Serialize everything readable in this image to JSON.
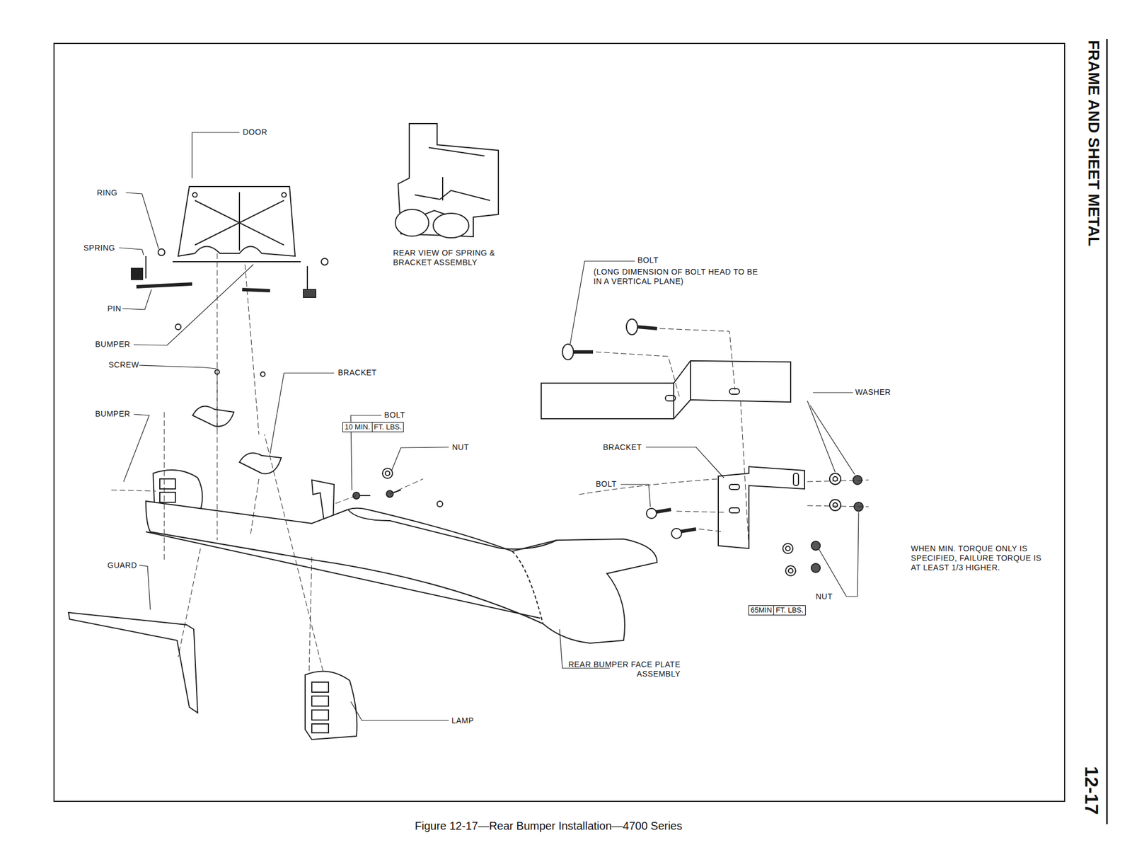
{
  "diagram": {
    "caption": "Figure 12-17—Rear Bumper Installation—4700 Series",
    "nodes": [
      {
        "text": [
          "10 MIN.",
          "FT. LBS."
        ]
      },
      {
        "text": [
          "65MIN",
          "FT. LBS."
        ]
      }
    ],
    "labels": [
      "FRAME AND SHEET METAL",
      "12-17",
      "DOOR",
      "RING",
      "SPRING",
      "PIN",
      "BUMPER",
      "SCREW",
      "BUMPER",
      "GUARD",
      "BRACKET",
      "BOLT",
      "NUT",
      "REAR VIEW OF SPRING & BRACKET ASSEMBLY",
      "BOLT",
      "(LONG DIMENSION OF BOLT HEAD TO BE IN A VERTICAL PLANE)",
      "WASHER",
      "BRACKET",
      "BOLT",
      "NUT",
      "REAR BUMPER FACE PLATE ASSEMBLY",
      "LAMP",
      "WHEN MIN. TORQUE ONLY IS SPECIFIED, FAILURE TORQUE IS AT LEAST 1/3 HIGHER."
    ]
  }
}
